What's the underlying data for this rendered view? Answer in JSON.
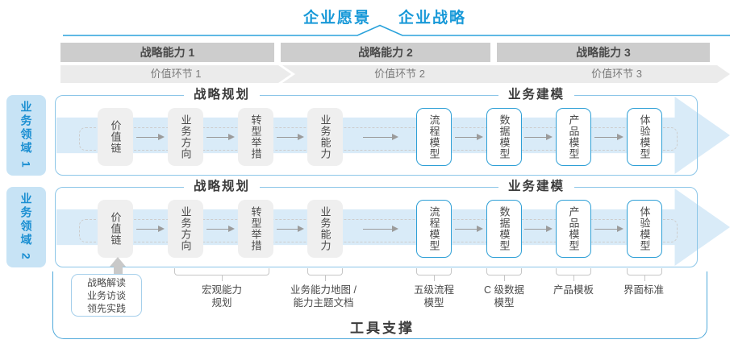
{
  "title": {
    "vision": "企业愿景",
    "strategy": "企业战略"
  },
  "capability_bars": [
    {
      "label": "战略能力 1"
    },
    {
      "label": "战略能力 2"
    },
    {
      "label": "战略能力 3"
    }
  ],
  "value_chain": [
    {
      "label": "价值环节 1"
    },
    {
      "label": "价值环节 2"
    },
    {
      "label": "价值环节 3"
    }
  ],
  "domains": [
    {
      "label": "业务领域 1"
    },
    {
      "label": "业务领域 2"
    }
  ],
  "row": {
    "planning_header": "战略规划",
    "modeling_header": "业务建模",
    "planning_boxes": [
      {
        "label": "价值链"
      },
      {
        "label": "业务方向"
      },
      {
        "label": "转型举措"
      },
      {
        "label": "业务能力"
      }
    ],
    "modeling_boxes": [
      {
        "label": "流程模型"
      },
      {
        "label": "数据模型"
      },
      {
        "label": "产品模型"
      },
      {
        "label": "体验模型"
      }
    ]
  },
  "annotations": {
    "practice_box_lines": [
      "战略解读",
      "业务访谈",
      "领先实践"
    ],
    "notes": [
      {
        "line1": "宏观能力",
        "line2": "规划"
      },
      {
        "line1": "业务能力地图 /",
        "line2": "能力主题文档"
      },
      {
        "line1": "五级流程",
        "line2": "模型"
      },
      {
        "line1": "C 级数据",
        "line2": "模型"
      },
      {
        "line1": "产品模板",
        "line2": ""
      },
      {
        "line1": "界面标准",
        "line2": ""
      }
    ]
  },
  "footer": {
    "tool_support_label": "工具支撑"
  },
  "colors": {
    "accent_blue": "#1899d8",
    "line_blue": "#2aa2db",
    "frame_blue": "#8cc6e8",
    "box_border_blue": "#2e9fd6",
    "tray_blue": "#4fa9da",
    "domain_fill": "#c7e3f5",
    "domain_text": "#1b8fd2",
    "arrow_fill": "#d9ebf8",
    "bar_gray": "#cdcdcd",
    "chevron_gray": "#ebebeb",
    "box_gray": "#efefef",
    "connector_gray": "#c6c6c6",
    "text_dark": "#3b3b3b"
  }
}
